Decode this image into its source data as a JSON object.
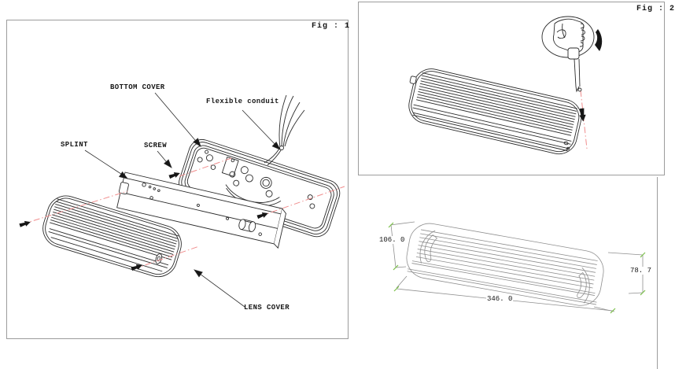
{
  "sheet": {
    "background": "#ffffff"
  },
  "colors": {
    "line_dark": "#2b2b2b",
    "line_light": "#8f8f8f",
    "panel_border": "#9c9c9c",
    "screw_axis_red": "#f08d8d",
    "dim_tick_green": "#7cc14a"
  },
  "fig1": {
    "title": "Fig : 1",
    "labels": {
      "bottom_cover": "BOTTOM COVER",
      "flexible_conduit": "Flexible conduit",
      "splint": "SPLINT",
      "screw": "SCREW",
      "lens_cover": "LENS COVER"
    }
  },
  "fig2": {
    "title": "Fig : 2"
  },
  "dimensions": {
    "end_width": "106. 0",
    "length": "346. 0",
    "height": "78. 7"
  }
}
